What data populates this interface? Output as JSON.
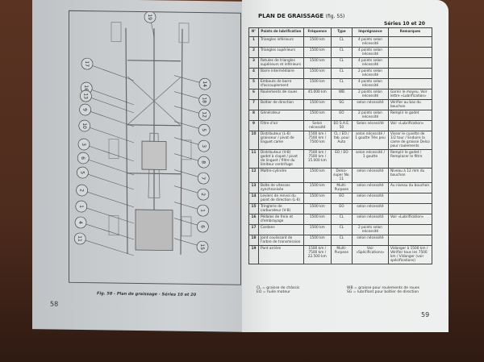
{
  "left_page": {
    "caption": "Fig. 58 - Plan de graissage - Séries 10 et 20",
    "page_number": "58",
    "callouts_left": [
      "17",
      "16",
      "13",
      "9",
      "10",
      "3",
      "6",
      "5",
      "2",
      "1",
      "4",
      "11"
    ],
    "callouts_right": [
      "14",
      "18",
      "12",
      "5",
      "3",
      "8",
      "7",
      "2",
      "1",
      "6",
      "15"
    ],
    "callout_top": "19"
  },
  "right_page": {
    "title": "PLAN DE GRAISSAGE",
    "title_ref": "(fig. 55)",
    "series": "Séries 10 et 20",
    "page_number": "59",
    "headers": [
      "N°",
      "Points de lubrification",
      "Fréquence",
      "Type",
      "Imprégnance",
      "Remarques"
    ],
    "rows": [
      [
        "1",
        "Triangles inférieurs",
        "1500 km",
        "CL",
        "4 points selon nécessité",
        ""
      ],
      [
        "2",
        "Triangles supérieurs",
        "1500 km",
        "CL",
        "4 points selon nécessité",
        ""
      ],
      [
        "3",
        "Rotules de triangles supérieurs et inférieurs",
        "1500 km",
        "CL",
        "4 points selon nécessité",
        ""
      ],
      [
        "4",
        "Barre intermédiaire",
        "1500 km",
        "CL",
        "2 points selon nécessité",
        ""
      ],
      [
        "5",
        "Embouts de barre d'accouplement",
        "1500 km",
        "CL",
        "4 points selon nécessité",
        ""
      ],
      [
        "6",
        "Roulements de roues",
        "45.000 km",
        "WB",
        "2 points selon nécessité",
        "Garnir le moyeu. Voir lettre «Lubrification»"
      ],
      [
        "7",
        "Boîtier de direction",
        "1500 km",
        "SG",
        "selon nécessité",
        "Vérifier au bas du bouchon"
      ],
      [
        "8",
        "Générateur",
        "1500 km",
        "EO",
        "2 points selon nécessité",
        "Remplir le godet"
      ],
      [
        "9",
        "Filtre d'air",
        "Selon nécessité",
        "EO S.A.E. 50",
        "Selon nécessité",
        "Voir «Lubrification»"
      ],
      [
        "10",
        "Distributeur (L-6) graisseur / pivot de linguet came",
        "1500 km / 7500 km / 7500 km",
        "CL / EO / fab. pour Auto",
        "selon nécessité / 1 goutte Très peu",
        "Visser le cuvette de 1/2 tour / Enduire la came de graisse Delco pour roulements"
      ],
      [
        "11",
        "Distributeur (V-8) godet à clapet / pivot de linguet / filtre du limiteur centrifuge",
        "7500 km / 7500 km / 15.000 km",
        "EO / EO",
        "selon nécessité / 1 goutte",
        "Remplir le godet / Remplacer le filtre"
      ],
      [
        "12",
        "Maître-cylindre",
        "1500 km",
        "Delco-super No. 11",
        "selon nécessité",
        "Niveau à 12 mm du bouchon"
      ],
      [
        "13",
        "Boîte de vitesses synchronisée",
        "1500 km",
        "Multi-Purpose",
        "selon nécessité",
        "Au niveau du bouchon"
      ],
      [
        "14",
        "Leviers de renvoi du point de direction (L-6)",
        "1500 km",
        "EO",
        "selon nécessité",
        ""
      ],
      [
        "15",
        "Tringlerie de carburateur (V-8)",
        "1500 km",
        "EO",
        "selon nécessité",
        ""
      ],
      [
        "16",
        "Pédales de frein et d'embrayage",
        "1500 km",
        "CL",
        "selon nécessité",
        "Voir «Lubrification»"
      ],
      [
        "17",
        "Cardans",
        "1500 km",
        "CL",
        "2 points selon nécessité",
        ""
      ],
      [
        "18",
        "Joint coulissant de l'arbre de transmission",
        "1500 km",
        "CL",
        "selon nécessité",
        ""
      ],
      [
        "19",
        "Pont arrière",
        "1500 km / 7500 km / 22.500 km",
        "Multi-Purpose",
        "Voir «Spécifications»",
        "Vidanger à 1500 km / Vérifier tous les 7500 km / Vidanger (voir spécifications)"
      ]
    ],
    "legend_left": [
      "CL = graisse de châssis",
      "EO = huile moteur"
    ],
    "legend_right": [
      "WB = graisse pour roulements de roues",
      "SG = lubrifiant pour boîtier de direction"
    ]
  }
}
